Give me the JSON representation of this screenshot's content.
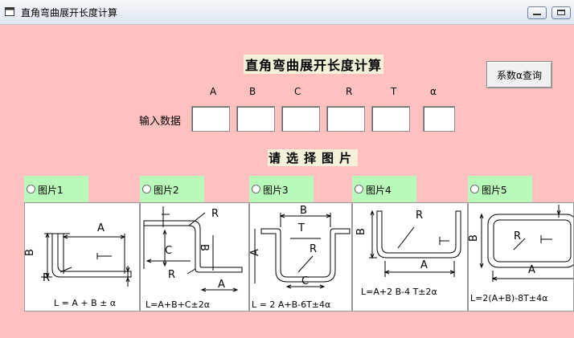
{
  "window": {
    "title": "直角弯曲展开长度计算"
  },
  "heading": "直角弯曲展开长度计算",
  "coef_button": "系数α查询",
  "columns": [
    "A",
    "B",
    "C",
    "R",
    "T",
    "α"
  ],
  "input_label": "输入数据",
  "select_title": "请选择图片",
  "options": [
    {
      "label": "图片1",
      "formula": "L = A + B ± α"
    },
    {
      "label": "图片2",
      "formula": "L=A+B+C±2α"
    },
    {
      "label": "图片3",
      "formula": "L = 2 A+B-6T±4α"
    },
    {
      "label": "图片4",
      "formula": "L=A+2 B-4 T±2α"
    },
    {
      "label": "图片5",
      "formula": "L=2(A+B)-8T±4α"
    }
  ],
  "colors": {
    "background": "#ffc0c0",
    "option_bg": "#b8f8b8",
    "title_bg": "#f5f0d8"
  }
}
